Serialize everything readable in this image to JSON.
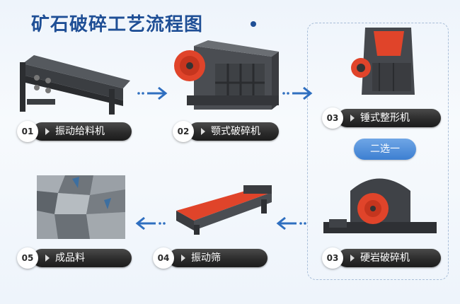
{
  "title": "矿石破碎工艺流程图",
  "choice_label": "二选一",
  "steps": [
    {
      "num": "01",
      "label": "振动给料机"
    },
    {
      "num": "02",
      "label": "颚式破碎机"
    },
    {
      "num": "03",
      "label": "锤式整形机"
    },
    {
      "num": "03",
      "label": "硬岩破碎机"
    },
    {
      "num": "04",
      "label": "振动筛"
    },
    {
      "num": "05",
      "label": "成品料"
    }
  ],
  "colors": {
    "accent_blue": "#1f4f96",
    "arrow_blue": "#2f6fc0",
    "machine_red": "#e0442a"
  }
}
